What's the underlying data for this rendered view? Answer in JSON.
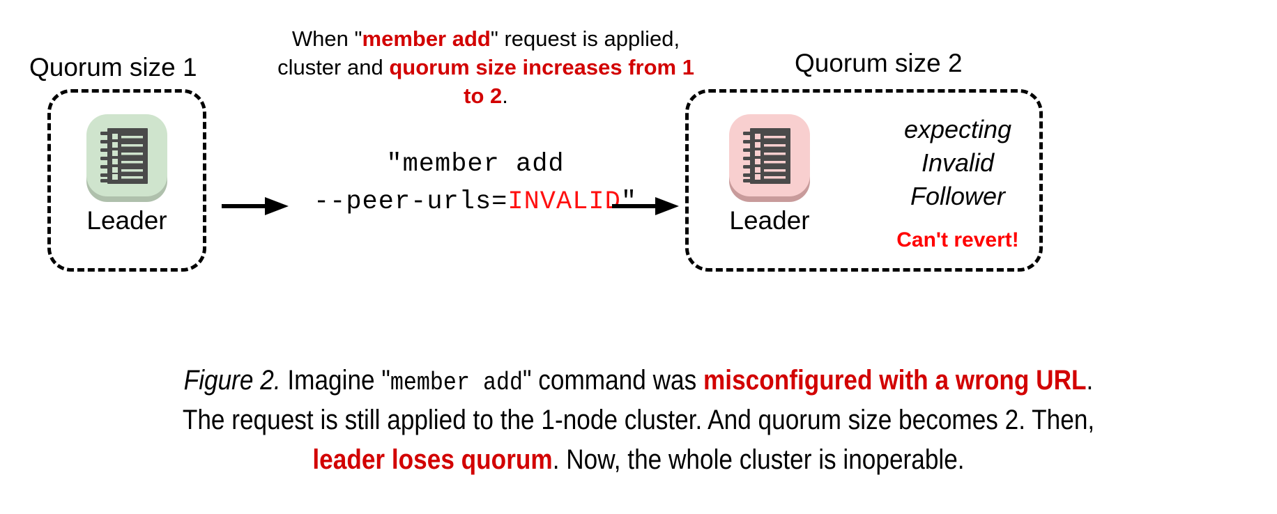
{
  "figure": {
    "left_cluster": {
      "group_label": "Quorum size 1",
      "node_label": "Leader",
      "icon": "server-rack-icon",
      "badge_color": "#CFE4CD",
      "badge_shadow_color": "#AFC0AC",
      "icon_color": "#4A4A4A"
    },
    "right_cluster": {
      "group_label": "Quorum size 2",
      "node_label": "Leader",
      "icon": "server-rack-icon",
      "badge_color": "#F8CFCF",
      "badge_shadow_color": "#C89B9B",
      "icon_color": "#4A4A4A",
      "note_line1": "expecting",
      "note_line2": "Invalid",
      "note_line3": "Follower",
      "warning": "Can't revert!",
      "warning_color": "#FF0000"
    },
    "explanation": {
      "part1": "When \"",
      "highlight1": "member add",
      "part2": "\" request is applied, cluster and ",
      "highlight2": "quorum size increases from 1 to 2",
      "part3": ".",
      "highlight_color": "#D20000"
    },
    "command": {
      "line1": "\"member add",
      "line2_prefix": "--peer-urls=",
      "line2_value": "INVALID",
      "line2_suffix": "\"",
      "value_color": "#FF1010"
    },
    "arrows": {
      "left_arrow": "arrow-right-icon",
      "right_arrow": "arrow-right-icon"
    },
    "caption": {
      "line1_a": "Figure 2.",
      "line1_b": " Imagine \"",
      "line1_mono": "member add",
      "line1_c": "\" command was ",
      "line1_hl": "misconfigured with a wrong URL",
      "line1_d": ".",
      "line2": "The request is still applied to the 1-node cluster. And quorum size becomes 2. Then,",
      "line3_hl": "leader loses quorum",
      "line3_b": ". Now, the whole cluster is inoperable."
    }
  }
}
